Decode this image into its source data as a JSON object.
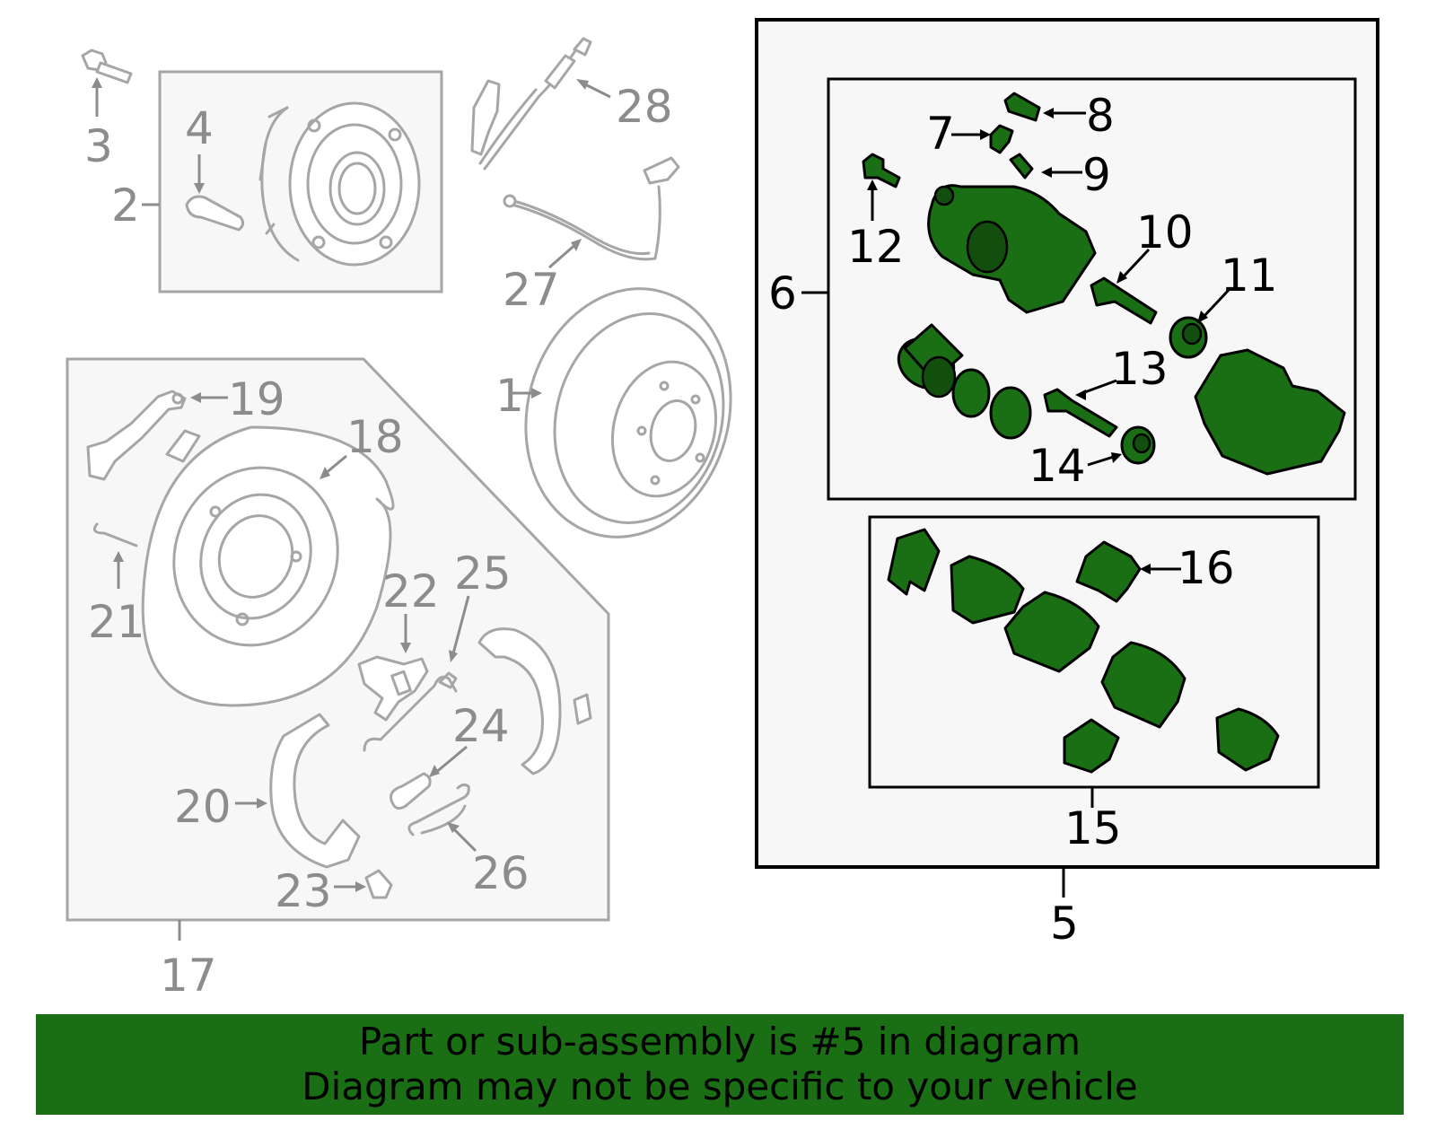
{
  "callouts": {
    "c1": "1",
    "c2": "2",
    "c3": "3",
    "c4": "4",
    "c5": "5",
    "c6": "6",
    "c7": "7",
    "c8": "8",
    "c9": "9",
    "c10": "10",
    "c11": "11",
    "c12": "12",
    "c13": "13",
    "c14": "14",
    "c15": "15",
    "c16": "16",
    "c17": "17",
    "c18": "18",
    "c19": "19",
    "c20": "20",
    "c21": "21",
    "c22": "22",
    "c23": "23",
    "c24": "24",
    "c25": "25",
    "c26": "26",
    "c27": "27",
    "c28": "28"
  },
  "banner": {
    "line1": "Part or sub-assembly is #5 in diagram",
    "line2": "Diagram may not be specific to your vehicle"
  },
  "colors": {
    "highlight": "#1a6e14",
    "gray": "#a6a6a6",
    "panel": "#f7f7f7"
  }
}
